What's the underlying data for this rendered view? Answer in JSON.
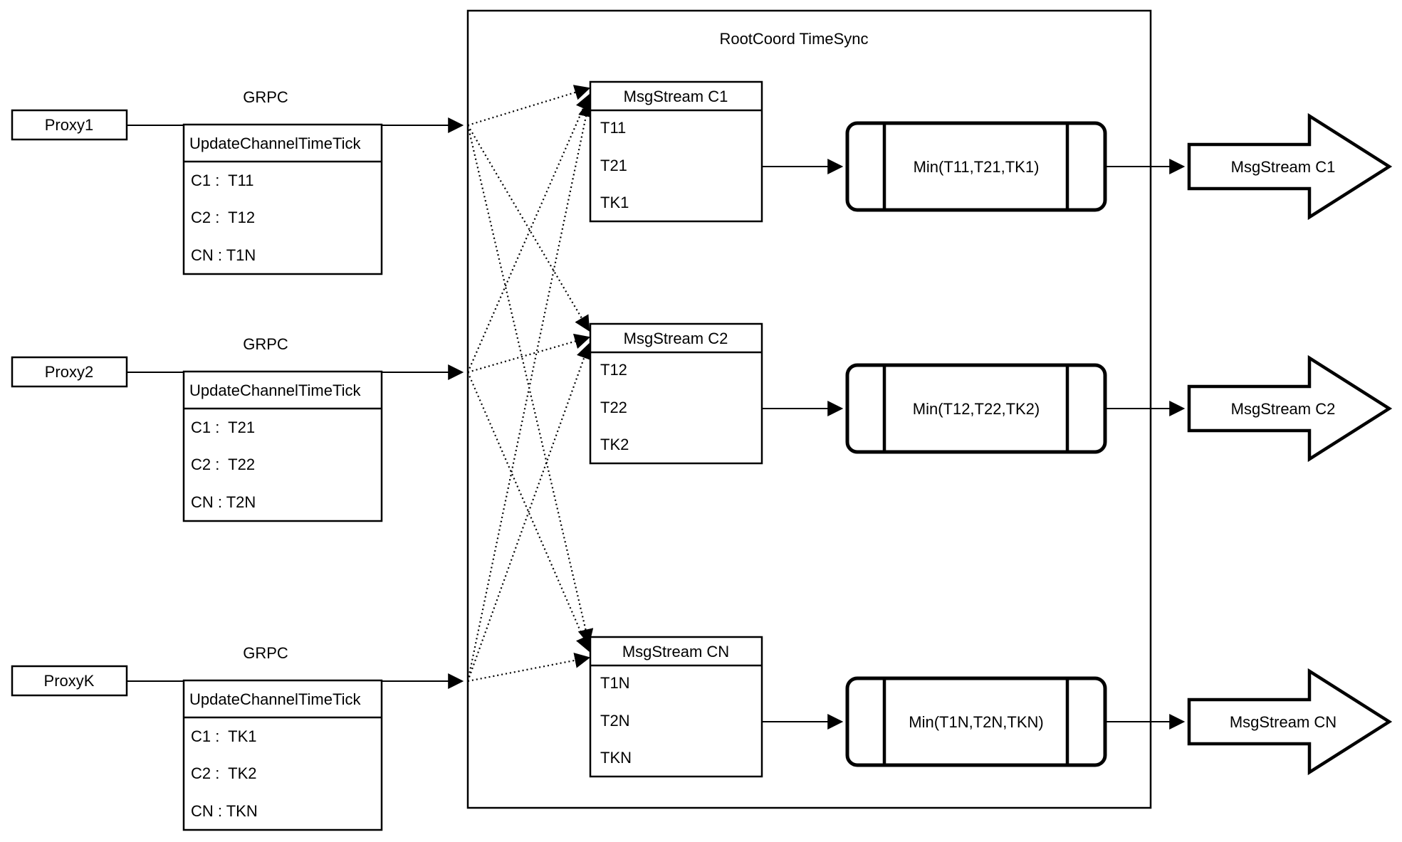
{
  "container": {
    "title": "RootCoord TimeSync"
  },
  "grpc_label": "GRPC",
  "proxies": [
    {
      "name": "Proxy1",
      "message": {
        "title": "UpdateChannelTimeTick",
        "rows": [
          "C1 :  T11",
          "C2 :  T12",
          "CN : T1N"
        ]
      }
    },
    {
      "name": "Proxy2",
      "message": {
        "title": "UpdateChannelTimeTick",
        "rows": [
          "C1 :  T21",
          "C2 :  T22",
          "CN : T2N"
        ]
      }
    },
    {
      "name": "ProxyK",
      "message": {
        "title": "UpdateChannelTimeTick",
        "rows": [
          "C1 :  TK1",
          "C2 :  TK2",
          "CN : TKN"
        ]
      }
    }
  ],
  "streams": [
    {
      "title": "MsgStream C1",
      "ticks": [
        "T11",
        "T21",
        "TK1"
      ],
      "min": "Min(T11,T21,TK1)",
      "output": "MsgStream C1"
    },
    {
      "title": "MsgStream C2",
      "ticks": [
        "T12",
        "T22",
        "TK2"
      ],
      "min": "Min(T12,T22,TK2)",
      "output": "MsgStream C2"
    },
    {
      "title": "MsgStream CN",
      "ticks": [
        "T1N",
        "T2N",
        "TKN"
      ],
      "min": "Min(T1N,T2N,TKN)",
      "output": "MsgStream CN"
    }
  ],
  "colors": {
    "stroke": "#000000",
    "background": "#ffffff"
  }
}
